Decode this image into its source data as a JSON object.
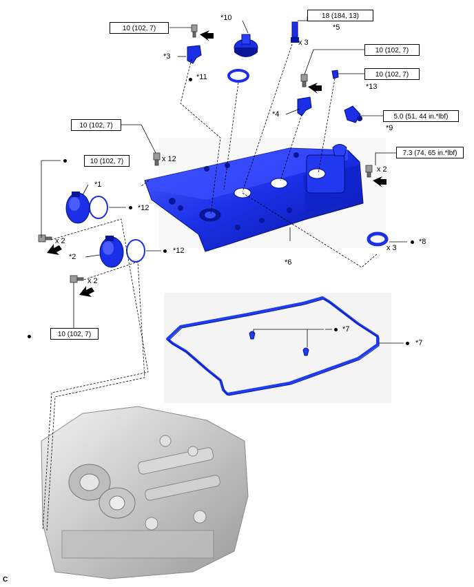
{
  "torque_specs": [
    {
      "id": "t1",
      "text": "10 (102, 7)"
    },
    {
      "id": "t2",
      "text": "18 (184, 13)"
    },
    {
      "id": "t3",
      "text": "10 (102, 7)"
    },
    {
      "id": "t4",
      "text": "10 (102, 7)"
    },
    {
      "id": "t5",
      "text": "5.0 (51, 44 in.*lbf)"
    },
    {
      "id": "t6",
      "text": "10 (102, 7)"
    },
    {
      "id": "t7",
      "text": "7.3 (74, 65 in.*lbf)"
    },
    {
      "id": "t8",
      "text": "10 (102, 7)"
    },
    {
      "id": "t9",
      "text": "10 (102, 7)"
    }
  ],
  "callouts": {
    "c1": "*1",
    "c2": "*2",
    "c3": "*3",
    "c4": "*4",
    "c5": "*5",
    "c6": "*6",
    "c7a": "*7",
    "c7b": "*7",
    "c8": "*8",
    "c9": "*9",
    "c10": "*10",
    "c11": "*11",
    "c12a": "*12",
    "c12b": "*12",
    "c13": "*13"
  },
  "quantities": {
    "q_spark": "x 3",
    "q_cover_bolts": "x 12",
    "q_right_bolts": "x 2",
    "q_left_top": "x 2",
    "q_left_bottom": "x 2",
    "q_gasket": "x 3"
  },
  "figure_code": "C",
  "colors": {
    "cover_fill": "#1a2fe6",
    "cover_dark": "#0a1699",
    "cover_light": "#5a6cff",
    "gasket": "#1f3df0",
    "engine_gray": "#c8c8c8",
    "line": "#000000"
  }
}
